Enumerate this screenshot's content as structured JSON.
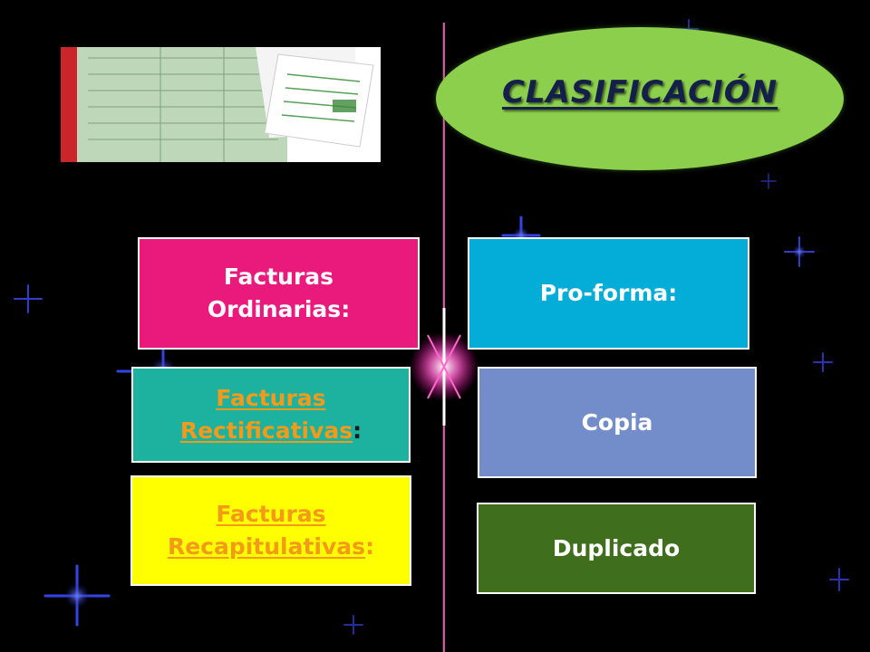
{
  "title": "CLASIFICACIÓN",
  "colors": {
    "background": "#000000",
    "oval": "#8ccf4c",
    "title": "#14204a",
    "ordinarias": "#ea1a7d",
    "rectificativas": "#1db29f",
    "recapitulativas": "#ffff00",
    "proforma": "#04acd8",
    "copia": "#738cca",
    "duplicado": "#3f6f1c",
    "link": "#f39a19"
  },
  "left_cards": [
    {
      "line1": "Facturas",
      "line2": "Ordinarias",
      "suffix": ":"
    },
    {
      "line1": "Facturas",
      "line2": "Rectificativas",
      "suffix": ":"
    },
    {
      "line1": "Facturas",
      "line2": "Recapitulativas",
      "suffix": ":"
    }
  ],
  "right_cards": [
    {
      "text": "Pro-forma",
      "suffix": ":"
    },
    {
      "text": "Copia"
    },
    {
      "text": "Duplicado"
    }
  ],
  "image": {
    "icon": "invoice-papers-image"
  }
}
